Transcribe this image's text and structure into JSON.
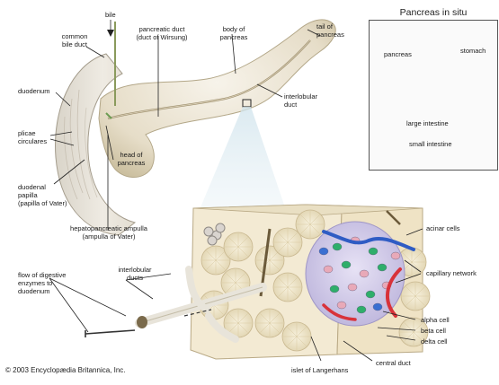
{
  "inset": {
    "title": "Pancreas in situ",
    "labels": {
      "pancreas": "pancreas",
      "stomach": "stomach",
      "large_intestine": "large intestine",
      "small_intestine": "small intestine"
    }
  },
  "labels": {
    "bile": "bile",
    "common_bile_duct": "common\nbile duct",
    "pancreatic_duct": "pancreatic duct\n(duct of Wirsung)",
    "body_of_pancreas": "body of\npancreas",
    "tail_of_pancreas": "tail of\npancreas",
    "duodenum": "duodenum",
    "interlobular_duct": "interlobular\nduct",
    "plicae_circulares": "plicae\ncirculares",
    "head_of_pancreas": "head of\npancreas",
    "duodenal_papilla": "duodenal\npapilla\n(papilla of Vater)",
    "hepatopancreatic_ampulla": "hepatopancreatic ampulla\n(ampulla of Vater)",
    "acinar_cells": "acinar cells",
    "capillary_network": "capillary network",
    "flow_of_digestive_enzymes": "flow of digestive\nenzymes to\nduodenum",
    "interlobular_ducts": "interlobular\nducts",
    "alpha_cell": "alpha cell",
    "beta_cell": "beta cell",
    "delta_cell": "delta cell",
    "central_duct": "central duct",
    "islet_of_langerhans": "islet of Langerhans"
  },
  "copyright": "© 2003 Encyclopædia Britannica, Inc.",
  "colors": {
    "pancreas": "#efe9dc",
    "duct_shadow": "#8c7e62",
    "islet": "#cfc9e6",
    "alpha": "#2fae6a",
    "beta": "#e8a9b8",
    "delta": "#3a6fd1",
    "capillary_red": "#d8323a",
    "capillary_blue": "#2f5cc4",
    "lobule": "#efe4c8"
  }
}
